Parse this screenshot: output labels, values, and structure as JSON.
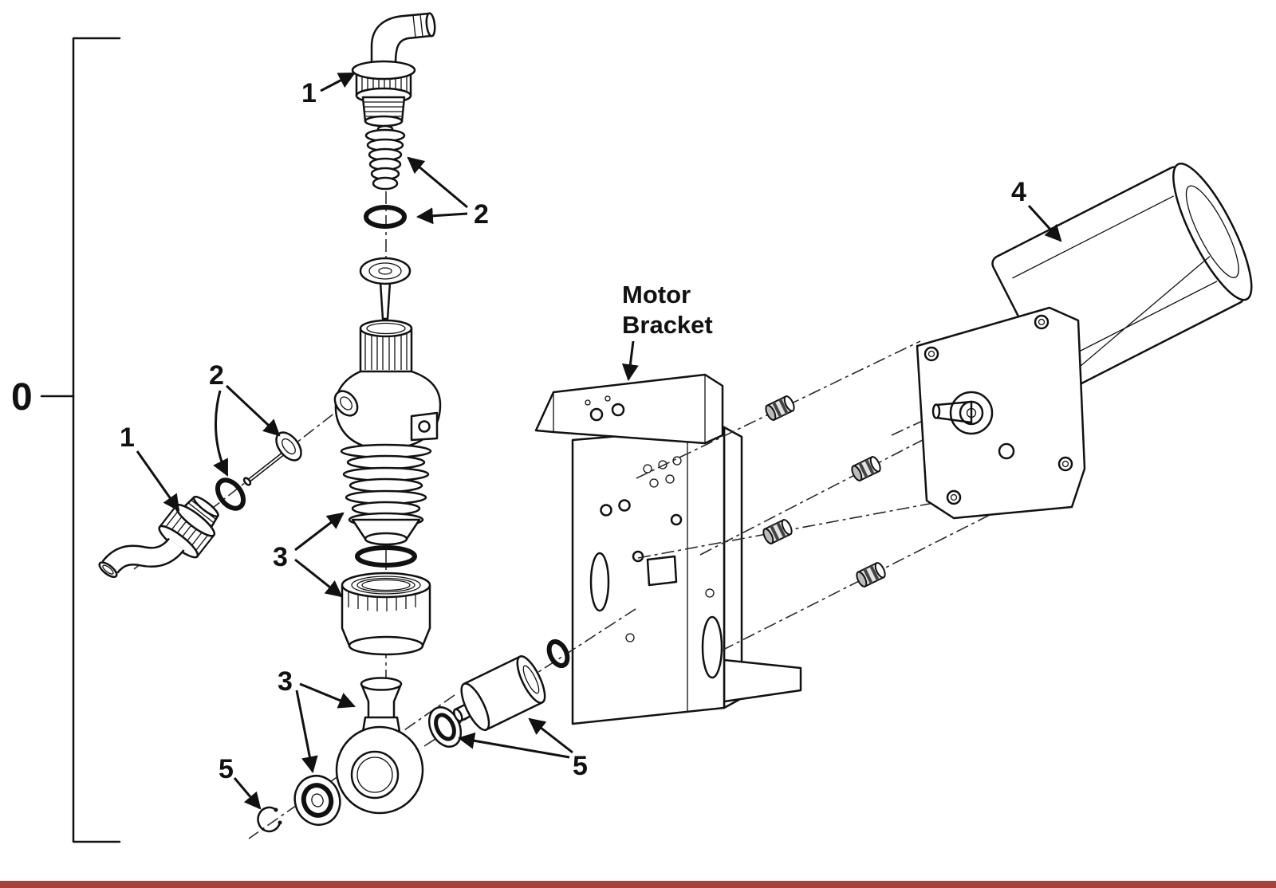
{
  "figure": {
    "type": "exploded-parts-diagram",
    "line_color": "#111111",
    "bottom_bar_color": "#a8423a",
    "callouts": {
      "zero": "0",
      "one": "1",
      "two": "2",
      "three": "3",
      "four": "4",
      "five": "5"
    },
    "annotations": {
      "motor_bracket_line1": "Motor",
      "motor_bracket_line2": "Bracket"
    }
  }
}
